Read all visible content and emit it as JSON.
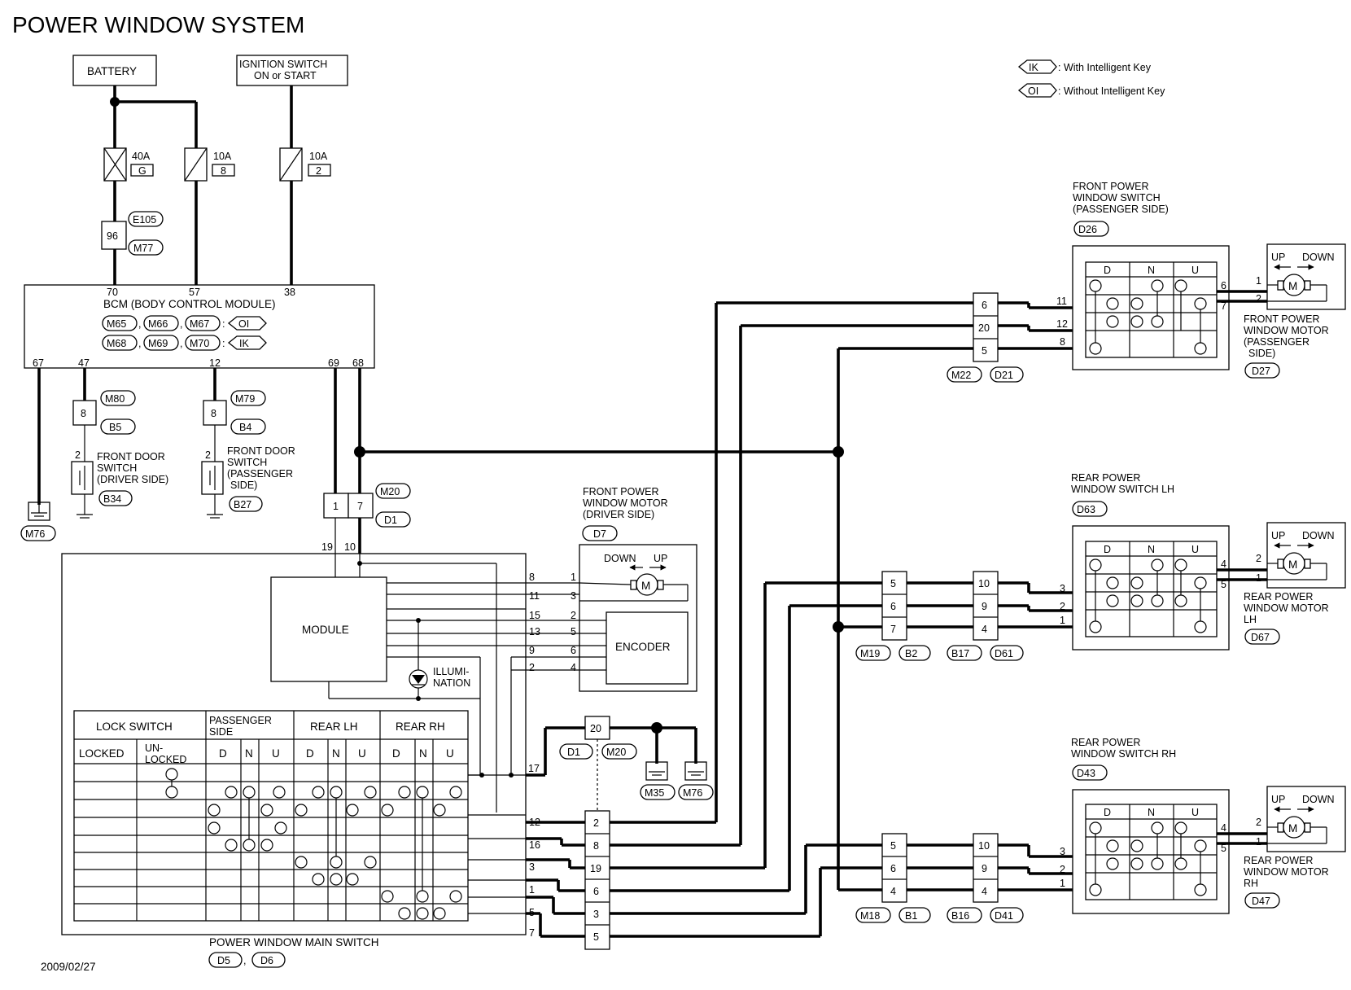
{
  "title": "POWER WINDOW SYSTEM",
  "date": "2009/02/27",
  "legend": [
    {
      "code": "IK",
      "text": ": With Intelligent Key"
    },
    {
      "code": "OI",
      "text": ": Without Intelligent Key"
    }
  ],
  "battery": "BATTERY",
  "ignition": {
    "line1": "IGNITION SWITCH",
    "line2": "ON or START"
  },
  "fuses": [
    {
      "amp": "40A",
      "id": "G"
    },
    {
      "amp": "10A",
      "id": "8"
    },
    {
      "amp": "10A",
      "id": "2"
    }
  ],
  "bcm": {
    "name": "BCM (BODY CONTROL MODULE)",
    "row1": [
      "M65",
      "M66",
      "M67"
    ],
    "row1_tag": "OI",
    "row2": [
      "M68",
      "M69",
      "M70"
    ],
    "row2_tag": "IK",
    "pins_top": [
      "70",
      "57",
      "38"
    ],
    "pins_bottom": [
      "67",
      "47",
      "12",
      "69",
      "68"
    ]
  },
  "conn96": {
    "pin": "96",
    "tags": [
      "E105",
      "M77"
    ]
  },
  "ground_bcm": "M76",
  "door_driver": {
    "pin": "8",
    "tags": [
      "M80",
      "B5"
    ],
    "sw_pin": "2",
    "label": [
      "FRONT DOOR",
      "SWITCH",
      "(DRIVER SIDE)"
    ],
    "tag": "B34"
  },
  "door_pass": {
    "pin": "8",
    "tags": [
      "M79",
      "B4"
    ],
    "sw_pin": "2",
    "label": [
      "FRONT DOOR",
      "SWITCH",
      "(PASSENGER",
      "SIDE)"
    ],
    "tag": "B27"
  },
  "conn_m20": {
    "pins": [
      "1",
      "7"
    ],
    "tags": [
      "M20",
      "D1"
    ],
    "pins_below": [
      "19",
      "10"
    ]
  },
  "fwm_driver": {
    "label": [
      "FRONT POWER",
      "WINDOW MOTOR",
      "(DRIVER SIDE)"
    ],
    "tag": "D7",
    "down": "DOWN",
    "up": "UP",
    "motor": "M",
    "pins": [
      "1",
      "3",
      "2",
      "5",
      "6",
      "4"
    ]
  },
  "main_switch": {
    "module": "MODULE",
    "encoder": "ENCODER",
    "illumination": [
      "ILLUMI-",
      "NATION"
    ],
    "left_pins": [
      "8",
      "11",
      "15",
      "13",
      "9",
      "2"
    ],
    "pin17": "17",
    "bottom_pins": [
      "12",
      "16",
      "3",
      "1",
      "5",
      "7"
    ],
    "headers": {
      "lock": "LOCK SWITCH",
      "passenger": [
        "PASSENGER",
        "SIDE"
      ],
      "rear_lh": "REAR LH",
      "rear_rh": "REAR RH",
      "locked": "LOCKED",
      "unlocked": [
        "UN-",
        "LOCKED"
      ],
      "dnu": [
        "D",
        "N",
        "U"
      ]
    },
    "name": "POWER WINDOW MAIN SWITCH",
    "tags": [
      "D5",
      "D6"
    ]
  },
  "ground_conn": {
    "pin": "20",
    "tags": [
      "D1",
      "M20"
    ],
    "grounds": [
      "M35",
      "M76"
    ],
    "pins_col": [
      "2",
      "8",
      "19",
      "6",
      "3",
      "5"
    ]
  },
  "fpws_pass": {
    "label": [
      "FRONT POWER",
      "WINDOW SWITCH",
      "(PASSENGER SIDE)"
    ],
    "tag": "D26",
    "conn_pins": [
      "6",
      "20",
      "5"
    ],
    "conn_tags": [
      "M22",
      "D21"
    ],
    "pins": [
      "11",
      "12",
      "8"
    ],
    "motor_pins": [
      "6",
      "7"
    ],
    "dnu": [
      "D",
      "N",
      "U"
    ]
  },
  "fpwm_pass": {
    "up": "UP",
    "down": "DOWN",
    "motor": "M",
    "pins": [
      "1",
      "2"
    ],
    "label": [
      "FRONT POWER",
      "WINDOW MOTOR",
      "(PASSENGER",
      "SIDE)"
    ],
    "tag": "D27"
  },
  "rpws_lh": {
    "label": [
      "REAR POWER",
      "WINDOW SWITCH LH"
    ],
    "tag": "D63",
    "conn1_pins": [
      "5",
      "6",
      "7"
    ],
    "conn2_pins": [
      "10",
      "9",
      "4"
    ],
    "tags": [
      "M19",
      "B2",
      "B17",
      "D61"
    ],
    "pins": [
      "3",
      "2",
      "1"
    ],
    "motor_pins": [
      "4",
      "5"
    ],
    "dnu": [
      "D",
      "N",
      "U"
    ]
  },
  "rpwm_lh": {
    "up": "UP",
    "down": "DOWN",
    "motor": "M",
    "pins": [
      "2",
      "1"
    ],
    "label": [
      "REAR POWER",
      "WINDOW MOTOR",
      "LH"
    ],
    "tag": "D67"
  },
  "rpws_rh": {
    "label": [
      "REAR POWER",
      "WINDOW SWITCH RH"
    ],
    "tag": "D43",
    "conn1_pins": [
      "5",
      "6",
      "4"
    ],
    "conn2_pins": [
      "10",
      "9",
      "4"
    ],
    "tags": [
      "M18",
      "B1",
      "B16",
      "D41"
    ],
    "pins": [
      "3",
      "2",
      "1"
    ],
    "motor_pins": [
      "4",
      "5"
    ],
    "dnu": [
      "D",
      "N",
      "U"
    ]
  },
  "rpwm_rh": {
    "up": "UP",
    "down": "DOWN",
    "motor": "M",
    "pins": [
      "2",
      "1"
    ],
    "label": [
      "REAR POWER",
      "WINDOW MOTOR",
      "RH"
    ],
    "tag": "D47"
  }
}
